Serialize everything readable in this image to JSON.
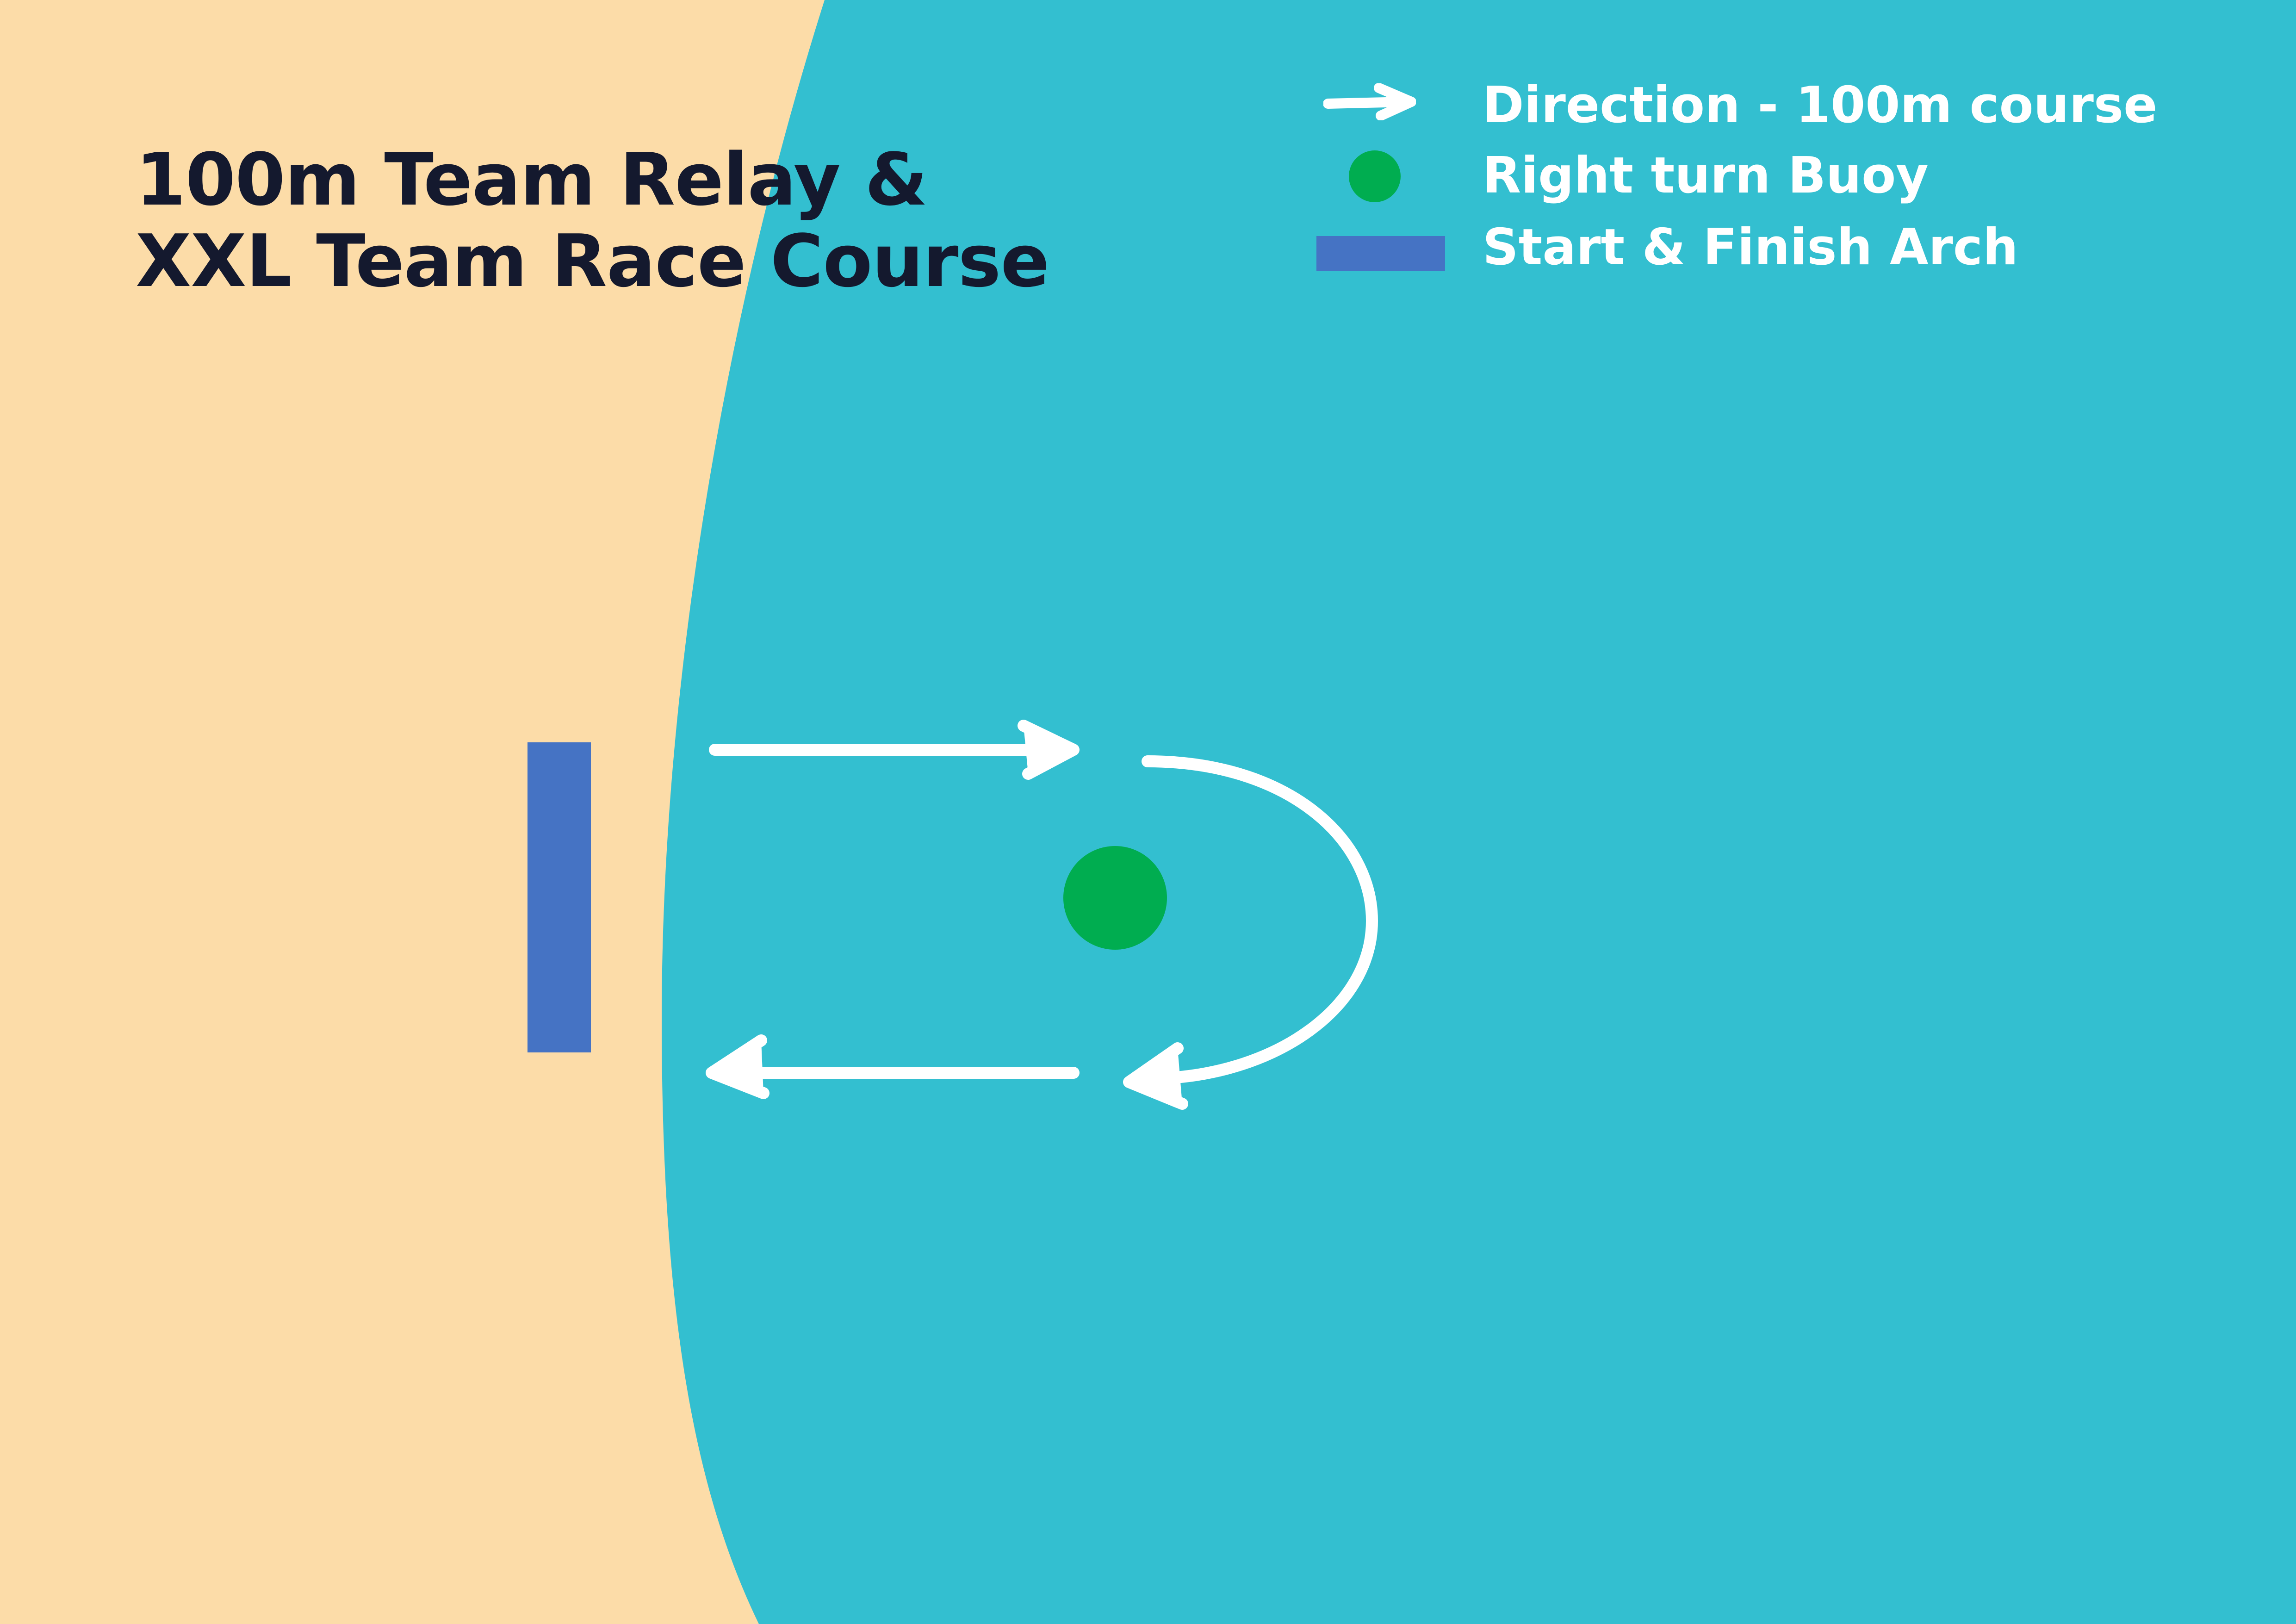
{
  "title": {
    "line1": "100m Team Relay &",
    "line2": "XXL Team Race Course"
  },
  "legend": [
    {
      "icon": "arrow-right-icon",
      "label": "Direction - 100m course"
    },
    {
      "icon": "buoy-dot-icon",
      "label": "Right turn Buoy"
    },
    {
      "icon": "arch-bar-icon",
      "label": "Start & Finish Arch"
    }
  ],
  "colors": {
    "sand": "#fcdca8",
    "water": "#33bfd0",
    "buoy": "#00ad50",
    "arch": "#4573c4",
    "arrow": "#ffffff",
    "title_text": "#14192e",
    "legend_text": "#ffffff"
  }
}
